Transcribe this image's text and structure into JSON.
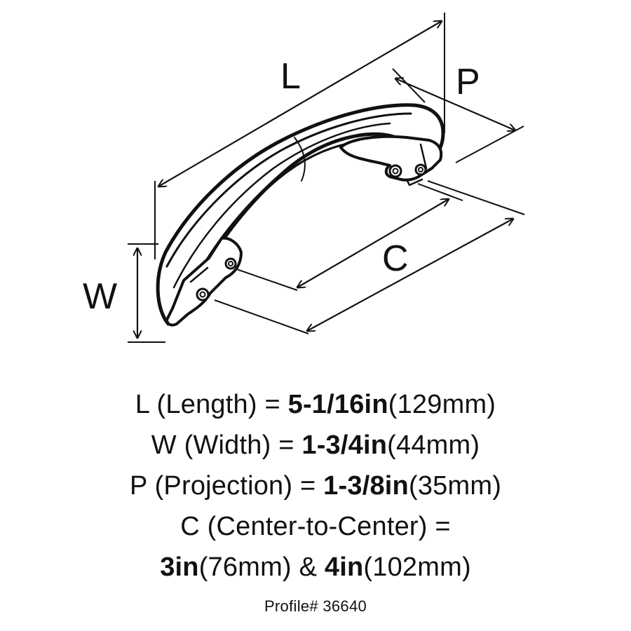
{
  "labels": {
    "length_letter": "L",
    "width_letter": "W",
    "projection_letter": "P",
    "center_letter": "C"
  },
  "specs": {
    "length": {
      "letter": "L",
      "name": "(Length) =",
      "value": "5-1/16in",
      "metric": "(129mm)"
    },
    "width": {
      "letter": "W",
      "name": "(Width) =",
      "value": "1-3/4in",
      "metric": "(44mm)"
    },
    "projection": {
      "letter": "P",
      "name": "(Projection) =",
      "value": "1-3/8in",
      "metric": "(35mm)"
    },
    "center": {
      "letter": "C",
      "name": "(Center-to-Center) =",
      "value_1": "3in",
      "metric_1": "(76mm)",
      "joiner": "&",
      "value_2": "4in",
      "metric_2": "(102mm)"
    }
  },
  "profile": "Profile# 36640",
  "colors": {
    "ink": "#111111",
    "background": "#ffffff"
  }
}
